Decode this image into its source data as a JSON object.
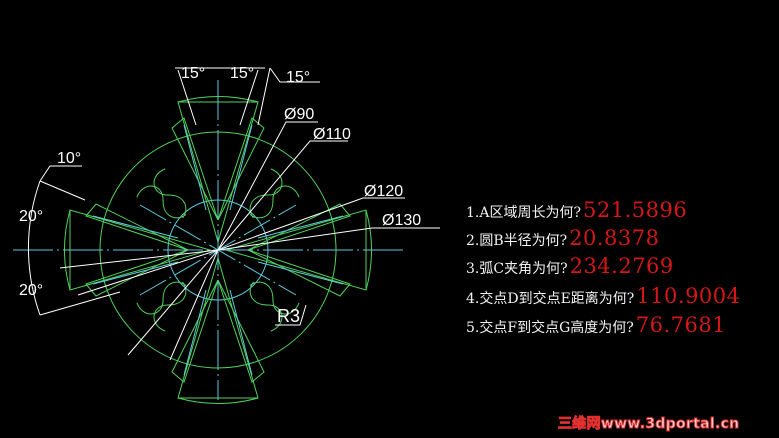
{
  "drawing": {
    "type": "CAD 2D drawing",
    "colors": {
      "background": "#000000",
      "geometry": "#4fd25a",
      "centerline": "#5ec8dc",
      "dimension": "#ffffff"
    },
    "dimensions": {
      "angle_top_left": "15°",
      "angle_top_right": "15°",
      "angle_top_far": "15°",
      "diam_90": "Ø90",
      "diam_110": "Ø110",
      "diam_120": "Ø120",
      "diam_130": "Ø130",
      "angle_left_10": "10°",
      "angle_left_20_upper": "20°",
      "angle_left_20_lower": "20°",
      "radius_r3": "R3"
    }
  },
  "questions": [
    {
      "label": "1.A区域周长为何?",
      "answer": "521.5896"
    },
    {
      "label": "2.圆B半径为何?",
      "answer": "20.8378"
    },
    {
      "label": "3.弧C夹角为何?",
      "answer": "234.2769"
    },
    {
      "label": "4.交点D到交点E距离为何?",
      "answer": "110.9004"
    },
    {
      "label": "5.交点F到交点G高度为何?",
      "answer": "76.7681"
    }
  ],
  "watermark": {
    "text": "三维网www.3dportal.cn",
    "color": "#e03030"
  }
}
